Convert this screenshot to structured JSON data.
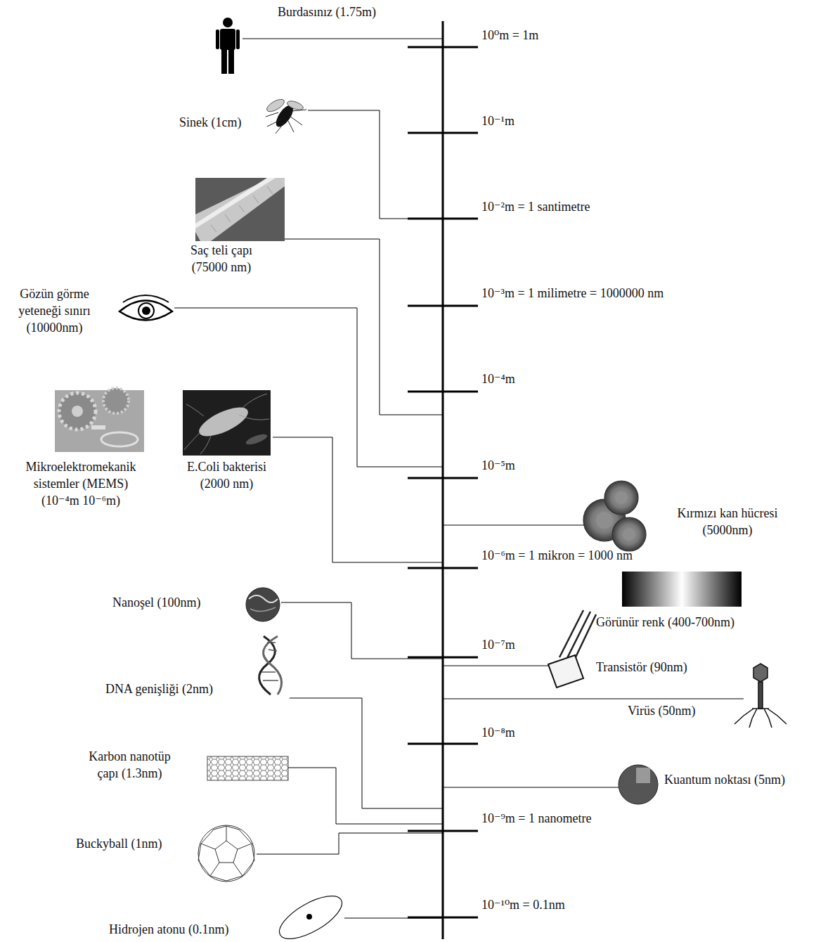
{
  "diagram": {
    "labels": [
      "Burdasınız (1.75m)",
      "10⁰m = 1m",
      "Sinek (1cm)",
      "10⁻¹m",
      "Saç teli çapı (75000 nm)",
      "10⁻²m = 1 santimetre",
      "Gözün görme yeteneği sınırı (10000nm)",
      "10⁻³m = 1 milimetre = 1000000 nm",
      "10⁻⁴m",
      "Mikroelektromekanik sistemler (MEMS) (10⁻⁴m 10⁻⁶m)",
      "E.Coli bakterisi (2000 nm)",
      "10⁻⁵m",
      "Kırmızı kan hücresi (5000nm)",
      "10⁻⁶m = 1 mikron = 1000 nm",
      "Nanoşel (100nm)",
      "Görünür renk (400-700nm)",
      "10⁻⁷m",
      "Transistör (90nm)",
      "DNA genişliği (2nm)",
      "Virüs (50nm)",
      "10⁻⁸m",
      "Karbon nanotüp çapı (1.3nm)",
      "Kuantum noktası (5nm)",
      "10⁻⁹m = 1 nanometre",
      "Buckyball (1nm)",
      "10⁻¹⁰m = 0.1nm",
      "Hidrojen atonu (0.1nm)"
    ]
  }
}
